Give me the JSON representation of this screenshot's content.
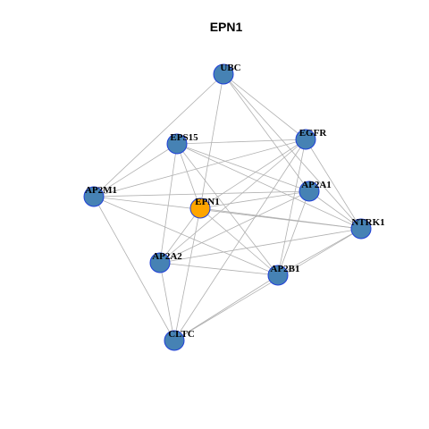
{
  "title": "EPN1",
  "colors": {
    "node_default": "#4682b4",
    "node_focus": "#ffa500",
    "node_border": "#1f3fd8",
    "edge": "#b0b0b0"
  },
  "nodes": [
    {
      "id": "UBC",
      "label": "UBC",
      "focus": false
    },
    {
      "id": "EPS15",
      "label": "EPS15",
      "focus": false
    },
    {
      "id": "EGFR",
      "label": "EGFR",
      "focus": false
    },
    {
      "id": "AP2M1",
      "label": "AP2M1",
      "focus": false
    },
    {
      "id": "EPN1",
      "label": "EPN1",
      "focus": true
    },
    {
      "id": "AP2A1",
      "label": "AP2A1",
      "focus": false
    },
    {
      "id": "NTRK1",
      "label": "NTRK1",
      "focus": false
    },
    {
      "id": "AP2A2",
      "label": "AP2A2",
      "focus": false
    },
    {
      "id": "AP2B1",
      "label": "AP2B1",
      "focus": false
    },
    {
      "id": "CLTC",
      "label": "CLTC",
      "focus": false
    }
  ],
  "edges": [
    [
      "UBC",
      "AP2M1"
    ],
    [
      "UBC",
      "EGFR"
    ],
    [
      "UBC",
      "AP2A1"
    ],
    [
      "UBC",
      "EPN1"
    ],
    [
      "UBC",
      "NTRK1"
    ],
    [
      "EPS15",
      "EGFR"
    ],
    [
      "EPS15",
      "AP2A1"
    ],
    [
      "EPS15",
      "NTRK1"
    ],
    [
      "EPS15",
      "AP2M1"
    ],
    [
      "EPS15",
      "AP2B1"
    ],
    [
      "EPS15",
      "AP2A2"
    ],
    [
      "EPS15",
      "EPN1"
    ],
    [
      "EGFR",
      "AP2M1"
    ],
    [
      "EGFR",
      "EPN1"
    ],
    [
      "EGFR",
      "AP2A2"
    ],
    [
      "EGFR",
      "AP2B1"
    ],
    [
      "EGFR",
      "NTRK1"
    ],
    [
      "EGFR",
      "CLTC"
    ],
    [
      "AP2M1",
      "AP2A1"
    ],
    [
      "AP2M1",
      "NTRK1"
    ],
    [
      "AP2M1",
      "AP2B1"
    ],
    [
      "AP2M1",
      "CLTC"
    ],
    [
      "EPN1",
      "AP2A1"
    ],
    [
      "EPN1",
      "NTRK1"
    ],
    [
      "EPN1",
      "AP2A2"
    ],
    [
      "EPN1",
      "AP2B1"
    ],
    [
      "EPN1",
      "CLTC"
    ],
    [
      "AP2A1",
      "AP2A2"
    ],
    [
      "AP2A1",
      "AP2B1"
    ],
    [
      "AP2A1",
      "NTRK1"
    ],
    [
      "NTRK1",
      "AP2A2"
    ],
    [
      "NTRK1",
      "AP2B1"
    ],
    [
      "NTRK1",
      "CLTC"
    ],
    [
      "AP2A2",
      "AP2B1"
    ],
    [
      "AP2A2",
      "CLTC"
    ],
    [
      "AP2B1",
      "CLTC"
    ]
  ]
}
